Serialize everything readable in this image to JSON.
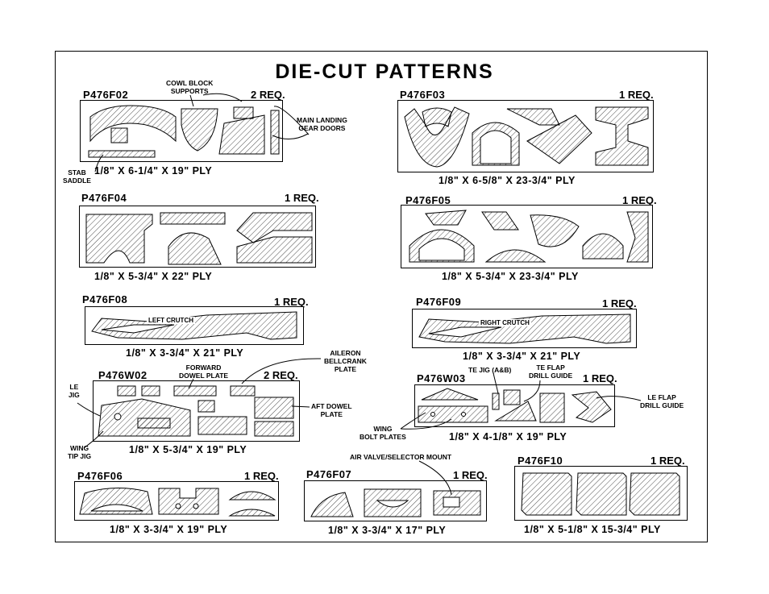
{
  "title": "DIE-CUT PATTERNS",
  "sheets": {
    "f02": {
      "part": "P476F02",
      "req": "2 REQ.",
      "dim": "1/8\" X 6-1/4\" X 19\" PLY"
    },
    "f03": {
      "part": "P476F03",
      "req": "1 REQ.",
      "dim": "1/8\" X 6-5/8\" X 23-3/4\" PLY"
    },
    "f04": {
      "part": "P476F04",
      "req": "1 REQ.",
      "dim": "1/8\" X 5-3/4\" X 22\" PLY"
    },
    "f05": {
      "part": "P476F05",
      "req": "1 REQ.",
      "dim": "1/8\" X 5-3/4\" X 23-3/4\" PLY"
    },
    "f08": {
      "part": "P476F08",
      "req": "1 REQ.",
      "dim": "1/8\" X 3-3/4\" X 21\" PLY",
      "inner": "LEFT CRUTCH"
    },
    "f09": {
      "part": "P476F09",
      "req": "1 REQ.",
      "dim": "1/8\" X 3-3/4\" X 21\" PLY",
      "inner": "RIGHT CRUTCH"
    },
    "w02": {
      "part": "P476W02",
      "req": "2 REQ.",
      "dim": "1/8\" X 5-3/4\" X 19\" PLY"
    },
    "w03": {
      "part": "P476W03",
      "req": "1 REQ.",
      "dim": "1/8\" X 4-1/8\" X 19\" PLY"
    },
    "f06": {
      "part": "P476F06",
      "req": "1 REQ.",
      "dim": "1/8\" X 3-3/4\" X 19\" PLY"
    },
    "f07": {
      "part": "P476F07",
      "req": "1 REQ.",
      "dim": "1/8\" X 3-3/4\" X 17\" PLY"
    },
    "f10": {
      "part": "P476F10",
      "req": "1 REQ.",
      "dim": "1/8\" X 5-1/8\" X 15-3/4\" PLY"
    }
  },
  "callouts": {
    "cowl_block": [
      "COWL BLOCK",
      "SUPPORTS"
    ],
    "main_gear": [
      "MAIN LANDING",
      "GEAR DOORS"
    ],
    "stab_saddle": [
      "STAB",
      "SADDLE"
    ],
    "aileron": [
      "AILERON",
      "BELLCRANK",
      "PLATE"
    ],
    "fwd_dowel": [
      "FORWARD",
      "DOWEL PLATE"
    ],
    "le_jig": [
      "LE",
      "JIG"
    ],
    "aft_dowel": [
      "AFT DOWEL",
      "PLATE"
    ],
    "wing_tip": [
      "WING",
      "TIP JIG"
    ],
    "te_jig": [
      "TE JIG (A&B)"
    ],
    "te_flap": [
      "TE FLAP",
      "DRILL GUIDE"
    ],
    "le_flap": [
      "LE FLAP",
      "DRILL GUIDE"
    ],
    "wing_bolt": [
      "WING",
      "BOLT PLATES"
    ],
    "air_valve": [
      "AIR VALVE/SELECTOR MOUNT"
    ]
  }
}
